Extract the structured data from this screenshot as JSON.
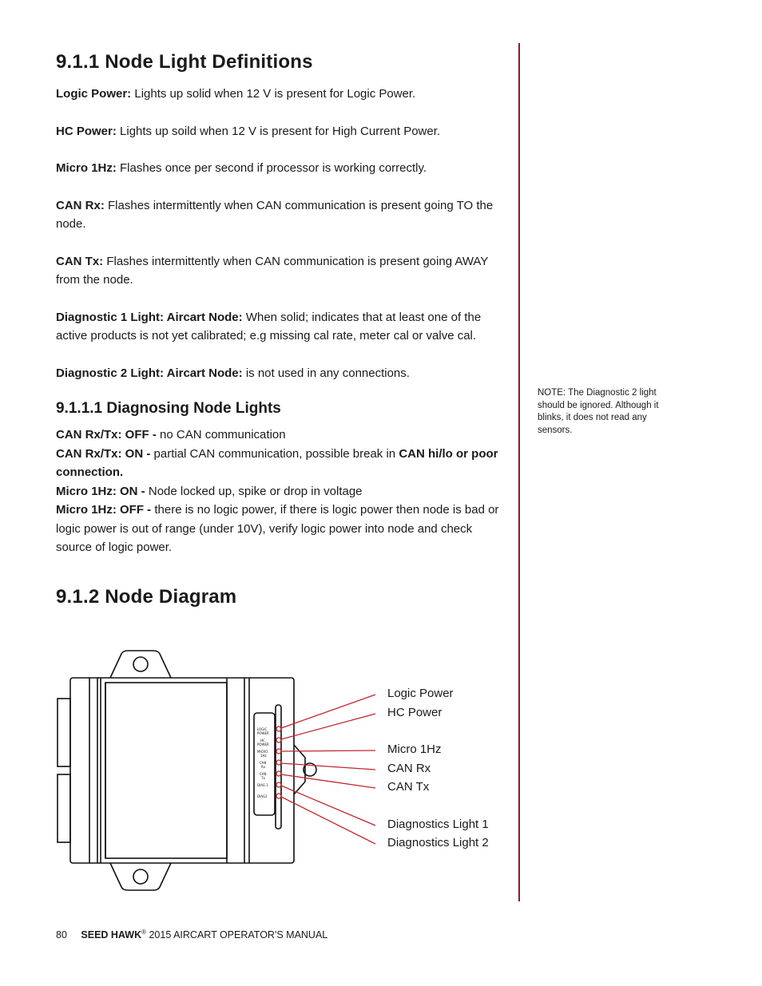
{
  "page": {
    "heading_node_light": "9.1.1 Node Light Definitions",
    "definitions": [
      {
        "term": "Logic Power:",
        "text": "Lights up solid when 12 V is present for Logic Power."
      },
      {
        "term": "HC Power:",
        "text": "Lights up soild when 12 V is present for High Current Power."
      },
      {
        "term": "Micro 1Hz:",
        "text": "Flashes once per second if processor is working correctly."
      },
      {
        "term": "CAN Rx:",
        "text": "Flashes intermittently when CAN communication is present going TO the node."
      },
      {
        "term": "CAN Tx:",
        "text": "Flashes intermittently when CAN communication is present going AWAY from the node."
      },
      {
        "term": "Diagnostic 1 Light: Aircart Node:",
        "text": "When solid; indicates that at least one of the active products is not yet calibrated; e.g missing cal rate, meter cal or valve cal."
      },
      {
        "term": "Diagnostic 2 Light: Aircart Node:",
        "text": "is not used in any connections."
      }
    ],
    "heading_diagnosing": "9.1.1.1 Diagnosing Node Lights",
    "diagnosing": {
      "line1_term": "CAN Rx/Tx:  OFF -",
      "line1_text": "no CAN communication",
      "line2_term": "CAN Rx/Tx: ON -",
      "line2_text": "partial CAN communication, possible break in",
      "line2_bold_end": "CAN hi/lo or poor connection.",
      "line3_term": "Micro 1Hz: ON -",
      "line3_text": "Node locked up, spike or drop in voltage",
      "line4_term": "Micro 1Hz: OFF -",
      "line4_text": "there is no logic power, if there is logic power then node is bad or logic power is out of range (under 10V), verify logic power into node and check source of logic power."
    },
    "heading_node_diagram": "9.1.2 Node Diagram",
    "side_note": "NOTE: The Diagnostic 2 light should be ignored. Although it blinks, it does not read any sensors.",
    "footer": {
      "page_number": "80",
      "brand": "SEED HAWK",
      "registered": "®",
      "manual_title": "2015 AIRCART OPERATOR'S MANUAL"
    }
  },
  "diagram": {
    "callouts": [
      "Logic Power",
      "HC Power",
      "Micro 1Hz",
      "CAN Rx",
      "CAN Tx",
      "Diagnostics Light 1",
      "Diagnostics Light 2"
    ],
    "panel_labels": [
      "LOGIC",
      "POWER",
      "HC",
      "POWER",
      "MICRO",
      "1Hz",
      "CAN",
      "Rx",
      "CAN",
      "Tx",
      "DIAG 1",
      "DIAG2"
    ],
    "led_color": "#c0272d",
    "rule_color": "#8a1c2b"
  }
}
